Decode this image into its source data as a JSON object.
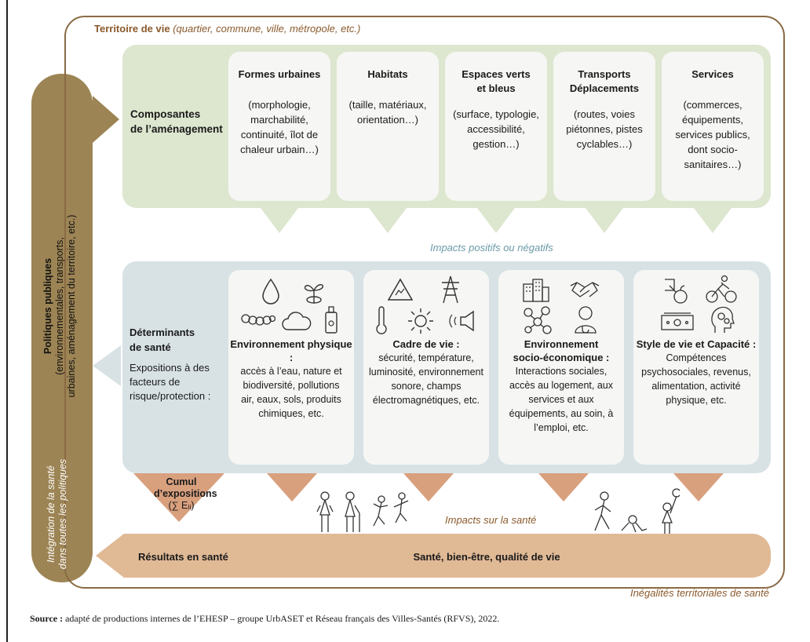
{
  "territory": {
    "title": "Territoire de vie",
    "subtitle": "(quartier, commune, ville, métropole, etc.)"
  },
  "composantes": {
    "label_line1": "Composantes",
    "label_line2": "de l’aménagement",
    "cards": [
      {
        "title": "Formes urbaines",
        "desc": "(morphologie, marchabilité, continuité, îlot de chaleur urbain…)"
      },
      {
        "title": "Habitats",
        "desc": "(taille, matériaux, orientation…)"
      },
      {
        "title": "Espaces verts et bleus",
        "desc": "(surface, typologie, accessibilité, gestion…)"
      },
      {
        "title": "Transports Déplacements",
        "desc": "(routes, voies piétonnes, pistes cyclables…)"
      },
      {
        "title": "Services",
        "desc": "(commerces, équipements, services publics, dont socio-sanitaires…)"
      }
    ]
  },
  "impacts_label": "Impacts positifs ou négatifs",
  "determinants": {
    "title_line1": "Déterminants",
    "title_line2": "de santé",
    "sub": "Expositions à des facteurs de risque/protection :",
    "cards": [
      {
        "title": "Environnement physique :",
        "desc": "accès à l’eau, nature et biodiversité, pollutions air, eaux, sols, produits chimiques, etc.",
        "icons": [
          "water-drop-icon",
          "seedling-icon",
          "caterpillar-icon",
          "cloud-icon",
          "spray-can-icon"
        ]
      },
      {
        "title": "Cadre de vie :",
        "desc": "sécurité, température, luminosité, environnement sonore, champs électromagnétiques, etc.",
        "icons": [
          "warning-sign-icon",
          "power-pylon-icon",
          "thermometer-icon",
          "sun-icon",
          "speaker-icon"
        ]
      },
      {
        "title": "Environnement socio-économique :",
        "desc": "Interactions sociales, accès au logement, aux services et aux équipements, au soin, à l’emploi, etc.",
        "icons": [
          "buildings-icon",
          "handshake-icon",
          "network-icon",
          "doctor-icon"
        ]
      },
      {
        "title": "Style de vie et Capacité :",
        "desc": "Compétences psychosociales, revenus, alimentation, activité physique, etc.",
        "icons": [
          "food-icon",
          "cyclist-icon",
          "banknote-icon",
          "head-gears-icon"
        ]
      }
    ]
  },
  "cumul": {
    "line1": "Cumul",
    "line2": "d’expositions",
    "formula": "(∑ Eᵢᵢ)"
  },
  "impacts_sante": "Impacts sur la santé",
  "resultats": {
    "label": "Résultats en santé",
    "center": "Santé, bien-être, qualité de vie"
  },
  "inegalites": "Inégalités territoriales de santé",
  "politiques": {
    "title": "Politiques publiques",
    "line2": "(environnementales, transports,",
    "line3": "urbaines, aménagement du territoire, etc.)"
  },
  "integration": {
    "line1": "Intégration de la santé",
    "line2": "dans toutes les politiques"
  },
  "source": {
    "label": "Source :",
    "text": " adapté de productions internes de l’EHESP – groupe UrbASET et Réseau français des Villes-Santés (RFVS), 2022."
  },
  "colors": {
    "green": "#dde6cf",
    "blue": "#d8e2e5",
    "brown": "#9d8454",
    "orange": "#e0b995",
    "border": "#8a6a44"
  }
}
